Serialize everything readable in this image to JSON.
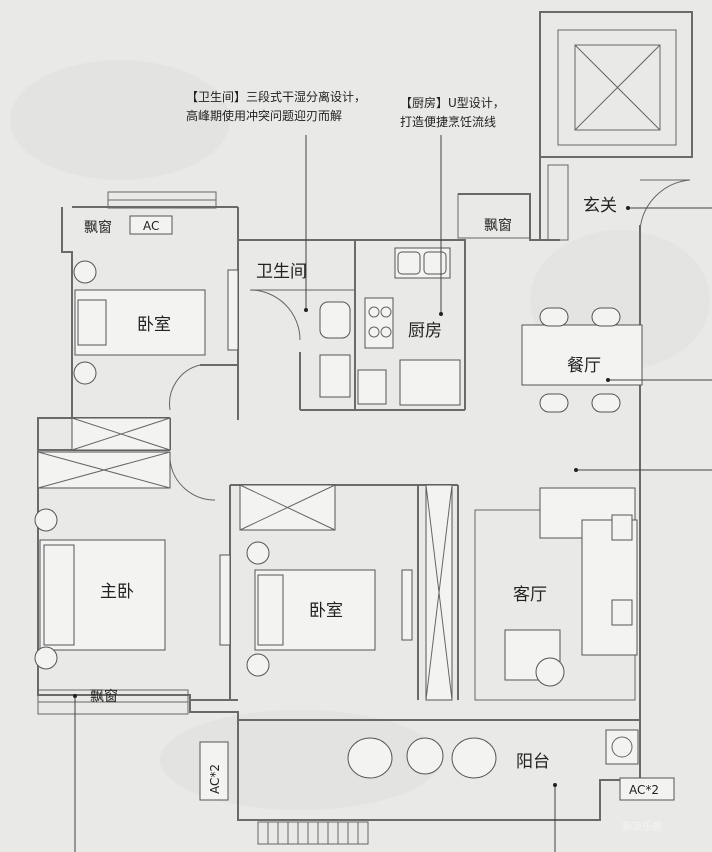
{
  "rooms": {
    "bedroom_top": "卧室",
    "bathroom": "卫生间",
    "kitchen": "厨房",
    "entrance": "玄关",
    "dining": "餐厅",
    "master_bedroom": "主卧",
    "bedroom_middle": "卧室",
    "living_room": "客厅",
    "balcony": "阳台",
    "bay_window_top_left": "飘窗",
    "bay_window_top_right": "飘窗",
    "bay_window_bottom": "飘窗"
  },
  "ac_labels": {
    "top": "AC",
    "left": "AC*2",
    "right": "AC*2"
  },
  "notes": {
    "bathroom_line1": "【卫生间】三段式干湿分离设计，",
    "bathroom_line2": "高峰期使用冲突问题迎刃而解",
    "kitchen_line1": "【厨房】U型设计，",
    "kitchen_line2": "打造便捷烹饪流线"
  },
  "watermark": "新浪乐居"
}
